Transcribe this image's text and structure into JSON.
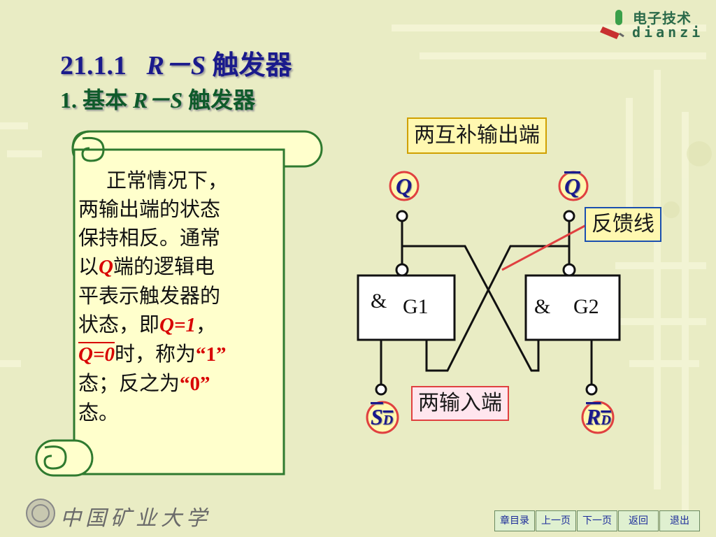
{
  "header": {
    "title_num": "21.1.1",
    "title_rs": "R－S",
    "title_cn": "触发器",
    "sub_num": "1.",
    "sub_cn1": "基本",
    "sub_rs": "R－S",
    "sub_cn2": "触发器"
  },
  "logo": {
    "cn": "电子技术",
    "en": "dianzi",
    "school": "中国矿业大学"
  },
  "scroll": {
    "l1": "正常情况下，",
    "l2": "两输出端的状态",
    "l3": "保持相反。通常",
    "l4a": "以",
    "l4q": "Q",
    "l4b": "端的逻辑电",
    "l5": "平表示触发器的",
    "l6a": "状态，即",
    "l6q": "Q=1",
    "l6b": "，",
    "l7q": "Q=0",
    "l7a": "时，称为",
    "l7v": "“1”",
    "l8a": "态；反之为",
    "l8v": "“0”",
    "l9": "态。"
  },
  "labels": {
    "outputs": "两互补输出端",
    "feedback": "反馈线",
    "inputs": "两输入端"
  },
  "circuit": {
    "q": "Q",
    "qbar": "Q",
    "g1_amp": "&",
    "g1": "G1",
    "g2_amp": "&",
    "g2": "G2",
    "sd": "S",
    "sd_sub": "D",
    "rd": "R",
    "rd_sub": "D"
  },
  "nav": {
    "toc": "章目录",
    "prev": "上一页",
    "next": "下一页",
    "back": "返回",
    "exit": "退出"
  }
}
